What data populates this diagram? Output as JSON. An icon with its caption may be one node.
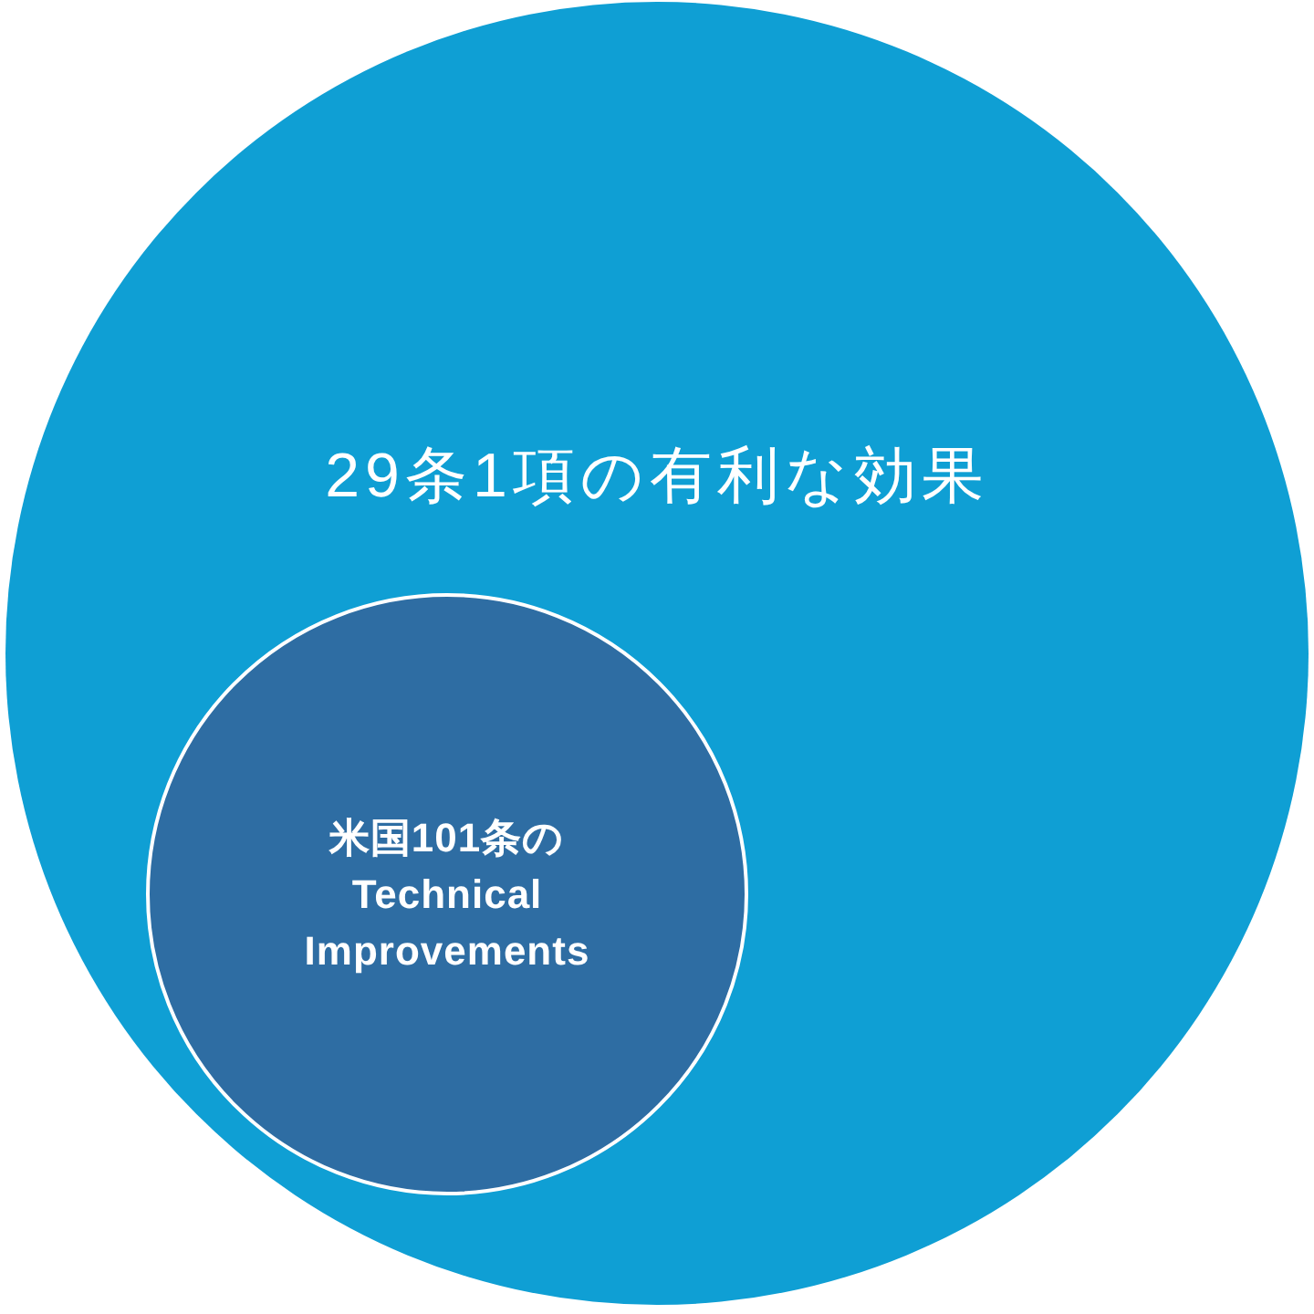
{
  "diagram": {
    "nodes": [
      {
        "text": [
          "29条1項の有利な効果"
        ]
      },
      {
        "text": [
          "米国101条の Technical Improvements"
        ],
        "in": 0
      }
    ]
  }
}
